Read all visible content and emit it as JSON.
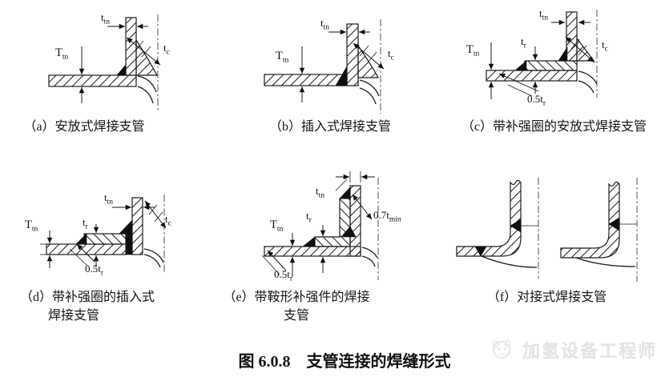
{
  "page": {
    "background": "#ffffff",
    "ink": "#1b1b1b",
    "watermark_color": "#e4e4e4"
  },
  "dims": {
    "t_tn": {
      "base": "t",
      "sub": "tn"
    },
    "T_tn": {
      "base": "T",
      "sub": "tn"
    },
    "t_r": {
      "base": "t",
      "sub": "r"
    },
    "t_c": {
      "base": "t",
      "sub": "c"
    },
    "half_t_r": {
      "base": "0.5t",
      "sub": "r"
    },
    "seven_t_min": {
      "base": "0.7t",
      "sub": "min"
    }
  },
  "figures": {
    "a": {
      "caption": "（a）安放式焊接支管"
    },
    "b": {
      "caption": "（b）插入式焊接支管"
    },
    "c": {
      "caption": "（c）带补强圈的安放式焊接支管"
    },
    "d": {
      "caption_line1": "（d）带补强圈的插入式",
      "caption_line2": "焊接支管"
    },
    "e": {
      "caption": "（e）带鞍形补强件的焊接支管"
    },
    "f": {
      "caption": "（f）对接式焊接支管"
    }
  },
  "main_caption": "图 6.0.8　支管连接的焊缝形式",
  "watermark": {
    "text": "加氢设备工程师"
  }
}
